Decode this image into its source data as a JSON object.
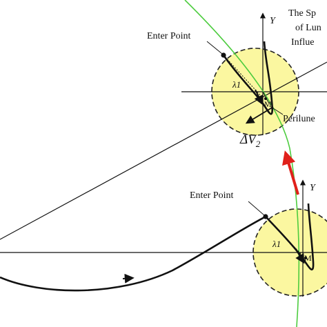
{
  "labels": {
    "enter_point_top": "Enter Point",
    "enter_point_bottom": "Enter Point",
    "sphere_line1": "The Sp",
    "sphere_line2": "of Lun",
    "sphere_line3": "Influe",
    "axis_y_top": "Y",
    "axis_y_bottom": "Y",
    "lambda_top": "λ1",
    "lambda_bottom": "λ1",
    "moon_top": "M",
    "moon_bottom": "M",
    "perilune": "Perilune",
    "delta_v": "ΔV",
    "delta_v_sub": "2"
  },
  "colors": {
    "sphere_fill": "#fbf7a0",
    "sphere_outline": "#222222",
    "trajectory": "#111111",
    "moon_orbit": "#4ccc3e",
    "transfer_arrow": "#e0201a"
  }
}
